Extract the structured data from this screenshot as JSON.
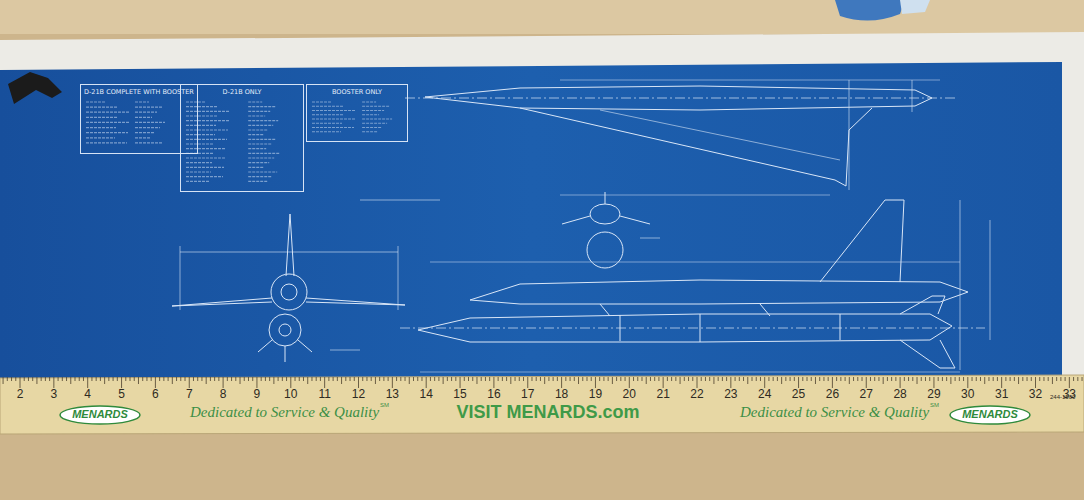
{
  "diagram": {
    "nodes": [
      {
        "text": [
          "D-21B COMPLETE WITH BOOSTER"
        ]
      },
      {
        "text": [
          "D-21B ONLY"
        ]
      },
      {
        "text": [
          "BOOSTER ONLY"
        ]
      }
    ],
    "labels": [
      "2",
      "3",
      "4",
      "5",
      "6",
      "7",
      "8",
      "9",
      "10",
      "11",
      "12",
      "13",
      "14",
      "15",
      "16",
      "17",
      "18",
      "19",
      "20",
      "21",
      "22",
      "23",
      "24",
      "25",
      "26",
      "27",
      "28",
      "29",
      "30",
      "31",
      "32",
      "33",
      "MENARDS",
      "Dedicated to Service & Quality",
      "SM",
      "VISIT MENARDS.com",
      "Dedicated to Service & Quality",
      "SM",
      "MENARDS",
      "244-1500"
    ]
  }
}
